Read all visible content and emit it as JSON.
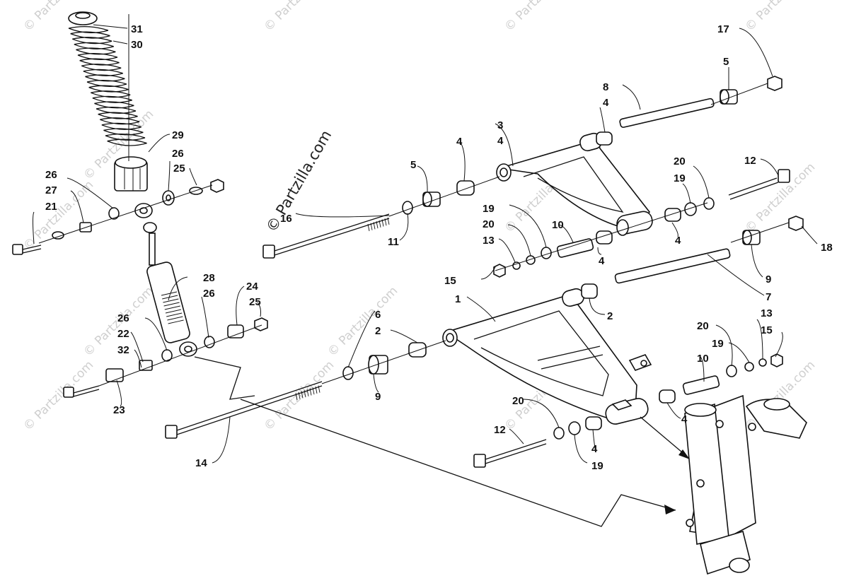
{
  "diagram": {
    "center_watermark": "© Partzilla.com",
    "tile_watermark": "© Partzilla.com",
    "callouts": {
      "c1": "1",
      "c2a": "2",
      "c2b": "2",
      "c3": "3",
      "c4a": "4",
      "c4b": "4",
      "c4c": "4",
      "c4d": "4",
      "c4e": "4",
      "c4f": "4",
      "c5a": "5",
      "c5b": "5",
      "c6": "6",
      "c7": "7",
      "c8": "8",
      "c9a": "9",
      "c9b": "9",
      "c10a": "10",
      "c10b": "10",
      "c11": "11",
      "c12a": "12",
      "c12b": "12",
      "c13a": "13",
      "c13b": "13",
      "c14": "14",
      "c15a": "15",
      "c15b": "15",
      "c16": "16",
      "c17": "17",
      "c18": "18",
      "c19a": "19",
      "c19b": "19",
      "c19c": "19",
      "c19d": "19",
      "c20a": "20",
      "c20b": "20",
      "c20c": "20",
      "c20d": "20",
      "c21": "21",
      "c22": "22",
      "c23": "23",
      "c24": "24",
      "c25a": "25",
      "c25b": "25",
      "c26a": "26",
      "c26b": "26",
      "c26c": "26",
      "c26d": "26",
      "c27": "27",
      "c28": "28",
      "c29": "29",
      "c30": "30",
      "c31": "31",
      "c32": "32"
    }
  }
}
